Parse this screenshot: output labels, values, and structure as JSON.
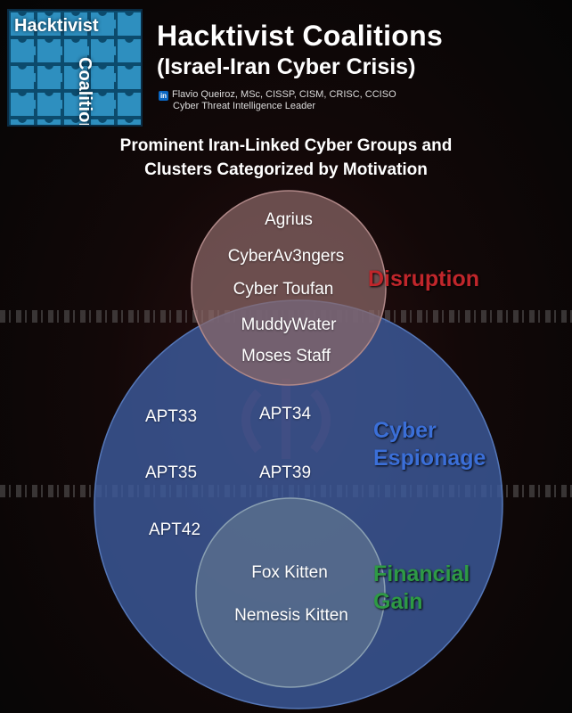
{
  "header": {
    "logo_line1": "Hacktivist",
    "logo_line2": "Coalitions",
    "title": "Hacktivist Coalitions",
    "subtitle": "(Israel-Iran Cyber Crisis)",
    "linkedin_icon": "linkedin-icon",
    "author": "Flavio Queiroz, MSc, CISSP, CISM, CRISC, CCISO",
    "role": "Cyber Threat Intelligence Leader"
  },
  "heading": {
    "line1": "Prominent Iran-Linked Cyber Groups and",
    "line2": "Clusters Categorized by Motivation"
  },
  "categories": {
    "disruption": "Disruption",
    "espionage_line1": "Cyber",
    "espionage_line2": "Espionage",
    "financial_line1": "Financial",
    "financial_line2": "Gain"
  },
  "groups": {
    "agrius": "Agrius",
    "cyberav3ngers": "CyberAv3ngers",
    "cyber_toufan": "Cyber Toufan",
    "muddywater": "MuddyWater",
    "moses_staff": "Moses Staff",
    "apt33": "APT33",
    "apt34": "APT34",
    "apt35": "APT35",
    "apt39": "APT39",
    "apt42": "APT42",
    "fox_kitten": "Fox Kitten",
    "nemesis_kitten": "Nemesis Kitten"
  },
  "colors": {
    "disruption": "#c0262b",
    "espionage": "#3b6fd8",
    "financial": "#2e9a45",
    "disruption_circle": "#8a6868",
    "espionage_circle": "#3c5a9c",
    "financial_circle": "#4f6b86"
  }
}
